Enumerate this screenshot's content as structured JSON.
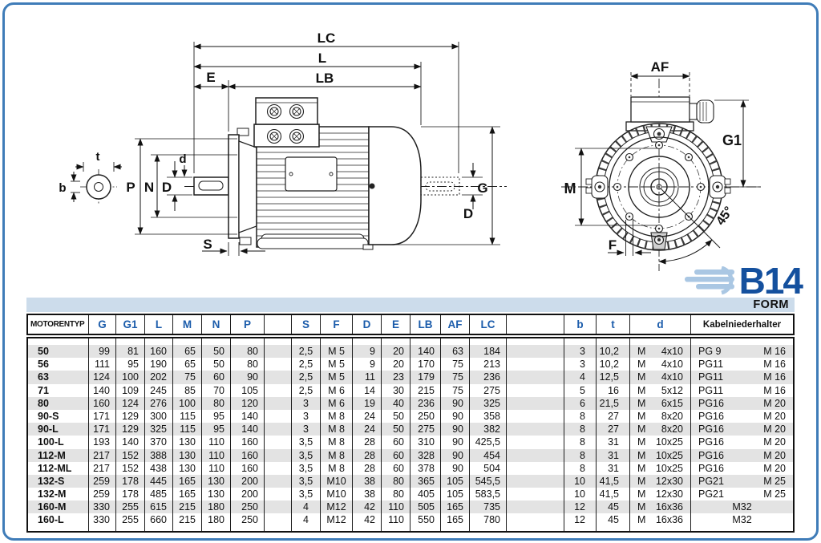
{
  "page": {
    "band_color": "#ccdceb",
    "frame_color": "#3f7cb8"
  },
  "badge": {
    "title": "B14",
    "subtitle": "FORM",
    "color": "#14509e"
  },
  "diagram": {
    "labels": {
      "LC": "LC",
      "L": "L",
      "LB": "LB",
      "E": "E",
      "t": "t",
      "b": "b",
      "P": "P",
      "N": "N",
      "D": "D",
      "d": "d",
      "S": "S",
      "G": "G",
      "AF": "AF",
      "G1": "G1",
      "M": "M",
      "F": "F",
      "angle": "45°"
    }
  },
  "table": {
    "header": {
      "typ": "MOTORENTYP",
      "G": "G",
      "G1": "G1",
      "L": "L",
      "M": "M",
      "N": "N",
      "P": "P",
      "sp1": "",
      "S": "S",
      "F": "F",
      "D": "D",
      "E": "E",
      "LB": "LB",
      "AF": "AF",
      "LC": "LC",
      "sp2": "",
      "b": "b",
      "t": "t",
      "d": "d",
      "kabel": "Kabelniederhalter"
    },
    "rows": [
      {
        "typ": "50",
        "G": "99",
        "G1": "81",
        "L": "160",
        "M": "65",
        "N": "50",
        "P": "80",
        "S": "2,5",
        "F": "M 5",
        "D": "9",
        "E": "20",
        "LB": "140",
        "AF": "63",
        "LC": "184",
        "b": "3",
        "t": "10,2",
        "d": [
          "M",
          "4x10"
        ],
        "kabel": [
          "PG 9",
          "M 16"
        ]
      },
      {
        "typ": "56",
        "G": "111",
        "G1": "95",
        "L": "190",
        "M": "65",
        "N": "50",
        "P": "80",
        "S": "2,5",
        "F": "M 5",
        "D": "9",
        "E": "20",
        "LB": "170",
        "AF": "75",
        "LC": "213",
        "b": "3",
        "t": "10,2",
        "d": [
          "M",
          "4x10"
        ],
        "kabel": [
          "PG11",
          "M 16"
        ]
      },
      {
        "typ": "63",
        "G": "124",
        "G1": "100",
        "L": "202",
        "M": "75",
        "N": "60",
        "P": "90",
        "S": "2,5",
        "F": "M 5",
        "D": "11",
        "E": "23",
        "LB": "179",
        "AF": "75",
        "LC": "236",
        "b": "4",
        "t": "12,5",
        "d": [
          "M",
          "4x10"
        ],
        "kabel": [
          "PG11",
          "M 16"
        ]
      },
      {
        "typ": "71",
        "G": "140",
        "G1": "109",
        "L": "245",
        "M": "85",
        "N": "70",
        "P": "105",
        "S": "2,5",
        "F": "M 6",
        "D": "14",
        "E": "30",
        "LB": "215",
        "AF": "75",
        "LC": "275",
        "b": "5",
        "t": "16",
        "d": [
          "M",
          "5x12"
        ],
        "kabel": [
          "PG11",
          "M 16"
        ]
      },
      {
        "typ": "80",
        "G": "160",
        "G1": "124",
        "L": "276",
        "M": "100",
        "N": "80",
        "P": "120",
        "S": "3",
        "F": "M 6",
        "D": "19",
        "E": "40",
        "LB": "236",
        "AF": "90",
        "LC": "325",
        "b": "6",
        "t": "21,5",
        "d": [
          "M",
          "6x15"
        ],
        "kabel": [
          "PG16",
          "M 20"
        ]
      },
      {
        "typ": "90-S",
        "G": "171",
        "G1": "129",
        "L": "300",
        "M": "115",
        "N": "95",
        "P": "140",
        "S": "3",
        "F": "M 8",
        "D": "24",
        "E": "50",
        "LB": "250",
        "AF": "90",
        "LC": "358",
        "b": "8",
        "t": "27",
        "d": [
          "M",
          "8x20"
        ],
        "kabel": [
          "PG16",
          "M 20"
        ]
      },
      {
        "typ": "90-L",
        "G": "171",
        "G1": "129",
        "L": "325",
        "M": "115",
        "N": "95",
        "P": "140",
        "S": "3",
        "F": "M 8",
        "D": "24",
        "E": "50",
        "LB": "275",
        "AF": "90",
        "LC": "382",
        "b": "8",
        "t": "27",
        "d": [
          "M",
          "8x20"
        ],
        "kabel": [
          "PG16",
          "M 20"
        ]
      },
      {
        "typ": "100-L",
        "G": "193",
        "G1": "140",
        "L": "370",
        "M": "130",
        "N": "110",
        "P": "160",
        "S": "3,5",
        "F": "M 8",
        "D": "28",
        "E": "60",
        "LB": "310",
        "AF": "90",
        "LC": "425,5",
        "b": "8",
        "t": "31",
        "d": [
          "M",
          "10x25"
        ],
        "kabel": [
          "PG16",
          "M 20"
        ]
      },
      {
        "typ": "112-M",
        "G": "217",
        "G1": "152",
        "L": "388",
        "M": "130",
        "N": "110",
        "P": "160",
        "S": "3,5",
        "F": "M 8",
        "D": "28",
        "E": "60",
        "LB": "328",
        "AF": "90",
        "LC": "454",
        "b": "8",
        "t": "31",
        "d": [
          "M",
          "10x25"
        ],
        "kabel": [
          "PG16",
          "M 20"
        ]
      },
      {
        "typ": "112-ML",
        "G": "217",
        "G1": "152",
        "L": "438",
        "M": "130",
        "N": "110",
        "P": "160",
        "S": "3,5",
        "F": "M 8",
        "D": "28",
        "E": "60",
        "LB": "378",
        "AF": "90",
        "LC": "504",
        "b": "8",
        "t": "31",
        "d": [
          "M",
          "10x25"
        ],
        "kabel": [
          "PG16",
          "M 20"
        ]
      },
      {
        "typ": "132-S",
        "G": "259",
        "G1": "178",
        "L": "445",
        "M": "165",
        "N": "130",
        "P": "200",
        "S": "3,5",
        "F": "M10",
        "D": "38",
        "E": "80",
        "LB": "365",
        "AF": "105",
        "LC": "545,5",
        "b": "10",
        "t": "41,5",
        "d": [
          "M",
          "12x30"
        ],
        "kabel": [
          "PG21",
          "M 25"
        ]
      },
      {
        "typ": "132-M",
        "G": "259",
        "G1": "178",
        "L": "485",
        "M": "165",
        "N": "130",
        "P": "200",
        "S": "3,5",
        "F": "M10",
        "D": "38",
        "E": "80",
        "LB": "405",
        "AF": "105",
        "LC": "583,5",
        "b": "10",
        "t": "41,5",
        "d": [
          "M",
          "12x30"
        ],
        "kabel": [
          "PG21",
          "M 25"
        ]
      },
      {
        "typ": "160-M",
        "G": "330",
        "G1": "255",
        "L": "615",
        "M": "215",
        "N": "180",
        "P": "250",
        "S": "4",
        "F": "M12",
        "D": "42",
        "E": "110",
        "LB": "505",
        "AF": "165",
        "LC": "735",
        "b": "12",
        "t": "45",
        "d": [
          "M",
          "16x36"
        ],
        "kabel": [
          "M32"
        ]
      },
      {
        "typ": "160-L",
        "G": "330",
        "G1": "255",
        "L": "660",
        "M": "215",
        "N": "180",
        "P": "250",
        "S": "4",
        "F": "M12",
        "D": "42",
        "E": "110",
        "LB": "550",
        "AF": "165",
        "LC": "780",
        "b": "12",
        "t": "45",
        "d": [
          "M",
          "16x36"
        ],
        "kabel": [
          "M32"
        ]
      }
    ]
  }
}
